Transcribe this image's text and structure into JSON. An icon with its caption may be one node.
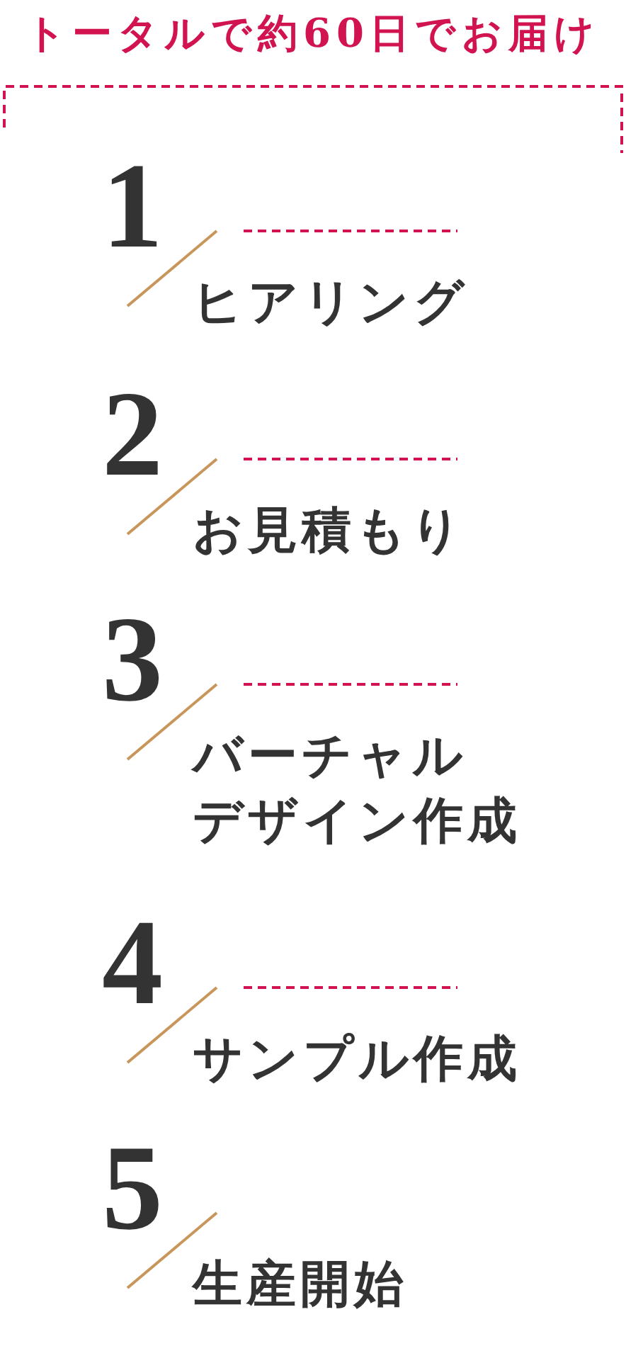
{
  "diagram": {
    "title": "トータルで約60日でお届け",
    "labels": [
      "1",
      "ヒアリング",
      "2",
      "お見積もり",
      "3",
      "バーチャルデザイン作成",
      "4",
      "サンプル作成",
      "5",
      "生産開始"
    ]
  }
}
